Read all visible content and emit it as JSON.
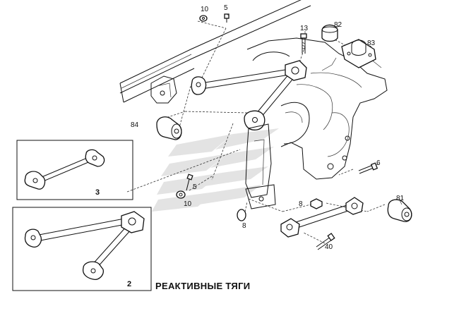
{
  "caption": "РЕАКТИВНЫЕ ТЯГИ",
  "callouts": {
    "c10_top": "10",
    "c5_top": "5",
    "c13": "13",
    "c82": "82",
    "c83": "83",
    "c84": "84",
    "c6": "6",
    "c5_mid": "5",
    "c10_mid": "10",
    "c8_a": "8",
    "c8_b": "8",
    "c81": "81",
    "c40": "40",
    "inset3": "3",
    "inset2": "2"
  },
  "colors": {
    "ink": "#111111",
    "watermark": "#e3e3e3"
  }
}
